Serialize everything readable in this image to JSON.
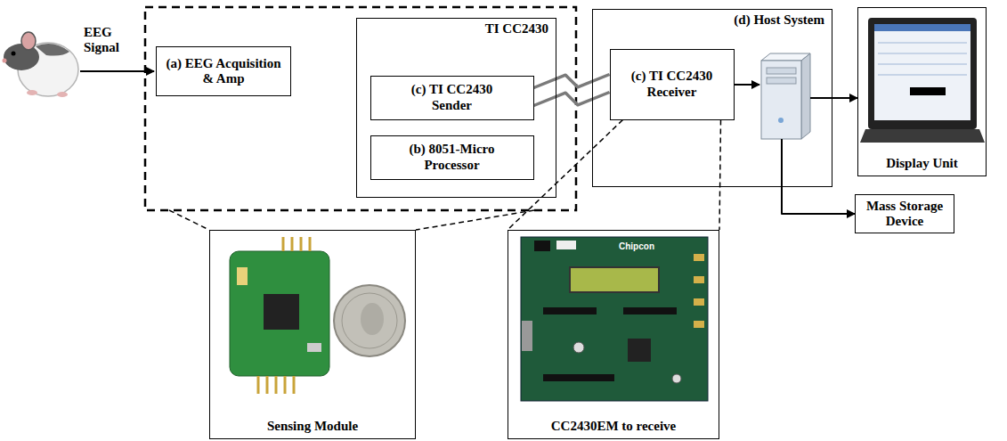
{
  "diagram": {
    "nodes": [
      {
        "text": [
          "(a) EEG Acquisition & Amp"
        ]
      },
      {
        "text": [
          "TI CC2430"
        ]
      },
      {
        "text": [
          "(c) TI CC2430 Sender"
        ],
        "in": 1
      },
      {
        "text": [
          "(b) 8051-Micro Processor"
        ],
        "in": 1
      },
      {
        "text": [
          "(d) Host System"
        ]
      },
      {
        "text": [
          "(c) TI CC2430 Receiver"
        ],
        "in": 4
      },
      {
        "text": [
          "Display Unit"
        ]
      },
      {
        "text": [
          "Mass Storage Device"
        ]
      },
      {
        "text": [
          "Sensing Module"
        ]
      },
      {
        "text": [
          "CC2430EM to receive"
        ]
      }
    ],
    "edges": [
      {
        "from": 2,
        "to": 5,
        "arrow": "none"
      },
      {
        "from": 4,
        "to": 6,
        "arrow": "to"
      },
      {
        "from": 4,
        "to": 7,
        "arrow": "to"
      },
      {
        "from": 5,
        "to": 9,
        "arrow": "none"
      }
    ],
    "labels": [
      "EEG Signal",
      "Chipcon"
    ]
  }
}
